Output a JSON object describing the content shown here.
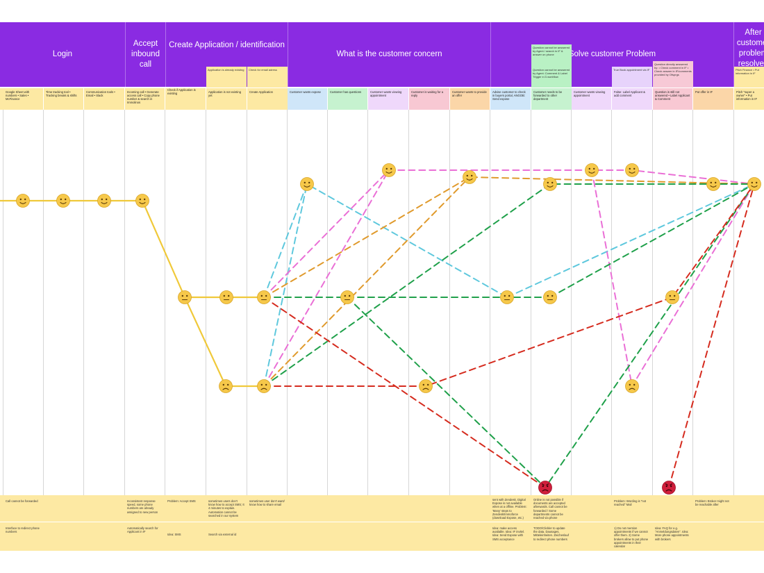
{
  "phases": [
    {
      "label": "Login"
    },
    {
      "label": "Accept inbound call"
    },
    {
      "label": "Create Application / identification"
    },
    {
      "label": "What is the customer concern"
    },
    {
      "label": "Solve customer Problem"
    },
    {
      "label": "After customer problem resolved"
    }
  ],
  "subnotes": {
    "create_1": "Application is already existing",
    "create_2": "Check for email adress",
    "solve_green_1": "Question cannot be answered by Agent / search in IF & answer on phone",
    "solve_green_2": "Question cannot be answered by Agent: Comment & Label Trigger e.G.workflow",
    "solve_purple_true": "True Book appointment via IF",
    "solve_pink_1": "Question directly answered by: • Check comment in IF • Check answer in IF/comments provided by Ofsprgs",
    "after_1": "Pitch Finance • Put information in IF"
  },
  "touchpoints": [
    "Google Sheet with numbers • Sales • McFinance",
    "Time tracking tool • Tracking breaks & shifts",
    "Communication tools • Email • Slack",
    "Incoming call • Generate access call • Copy phone number & search in Immolinos",
    "Check if Application is existing",
    "Application is not existing yet",
    "Create Application",
    "Customer wants expose",
    "Customer has questions",
    "Customer wants viewing appointment",
    "Customer is waiting for a reply",
    "Customer wants to provide an offer",
    "Advise customer to check in buyers portal, ANGOB: Send expose",
    "Customer needs to be forwarded to other department",
    "Customer wants viewing appointment",
    "False: Label Applicant & add comment",
    "Question is still not answered • Label Applicant & Comment",
    "Put offer in IF",
    "Pitch \"super a owner\" • Put information in IF"
  ],
  "bottom_row1": [
    "Call cannot be forwarded",
    "Inconsistent response speed, some phone numbers are already assigned to new person",
    "Problem: Accept SMS",
    "sometimes users don't know how to accept SMS; It 4 minutes to explain. Automation cannot be searched in our system",
    "sometimes user don't want/ know how to share email",
    "sent with Zendesk. Digital Expose is not available when at a offline. Problem: 'Many' steps to Zendesk/Immoforce (download Expose, etc.)",
    "Online is not possible if documents are accepted afterwards. Call cannot be forwarded / Some departments cannot be reached via phone",
    "Problem: Wording is \"not reached\" Mail",
    "Problem: Broker might not be reachable after"
  ],
  "bottom_row2": [
    "Interface to redirect phone numbers",
    "Automatically search for Applicant in IF",
    "Idea: SMS",
    "Search via external id",
    "Idea: make access available. Idea: IF invitel. Idea: Send Expose with SMS acceptance",
    "TODO/Clickler to update the data. Dausages, Mitteleinheiten. Zeichenlauf to redirect phone numbers",
    "1) Do not mention appointments if we cannot offer them. 2) Some brokers allow to put phone appointments in their calendar",
    "Idea: FAQ for e.g. \"Anmeldungsdaten\". Idea: More phone appointments with brokers"
  ],
  "emotion_lines": [
    {
      "color": "#f0c93a",
      "style": "solid"
    },
    {
      "color": "#5ec8dd",
      "style": "dashed"
    },
    {
      "color": "#ea6fd6",
      "style": "dashed"
    },
    {
      "color": "#e09a2c",
      "style": "dashed"
    },
    {
      "color": "#1fa04a",
      "style": "dashed"
    },
    {
      "color": "#d52b1e",
      "style": "dashed"
    }
  ]
}
